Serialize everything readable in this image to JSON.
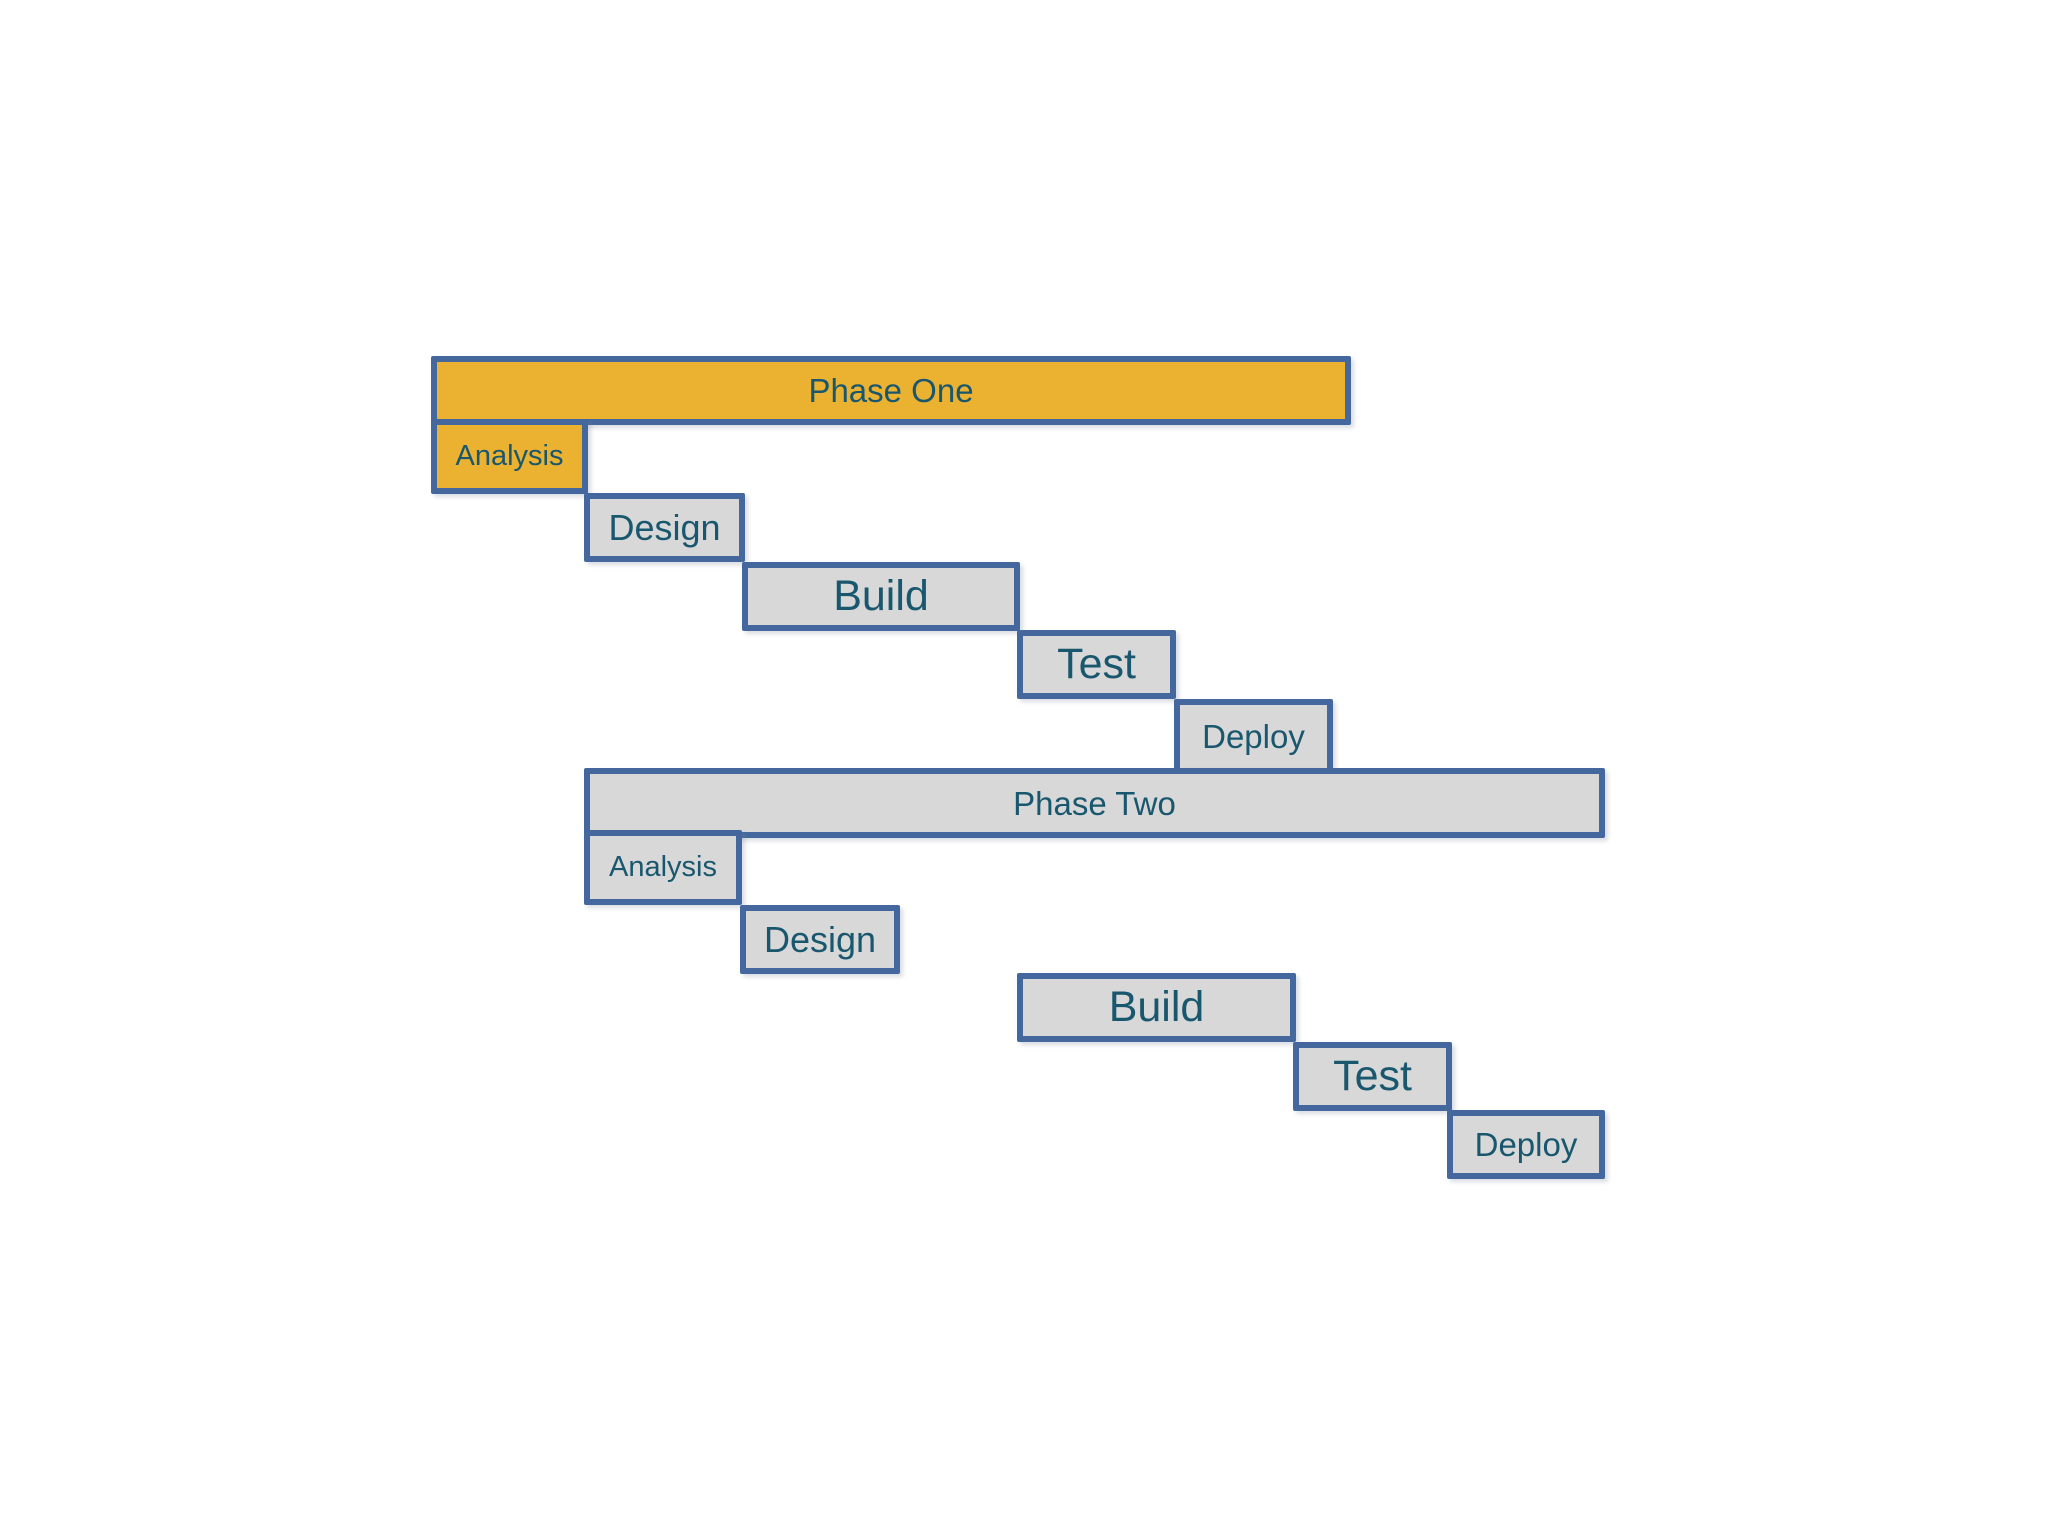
{
  "diagram": {
    "description": "Two-phase project timeline (Gantt staircase) diagram",
    "background_color": "#FFFFFF",
    "colors": {
      "highlight_fill": "#EBB231",
      "task_fill": "#D8D8D8",
      "border": "#44689E",
      "text": "#19576E"
    },
    "bars": [
      {
        "label": "Phase One",
        "kind": "phase",
        "phase": "Phase One",
        "highlighted": true
      },
      {
        "label": "Analysis",
        "kind": "task",
        "phase": "Phase One",
        "highlighted": true
      },
      {
        "label": "Design",
        "kind": "task",
        "phase": "Phase One",
        "highlighted": false
      },
      {
        "label": "Build",
        "kind": "task",
        "phase": "Phase One",
        "highlighted": false
      },
      {
        "label": "Test",
        "kind": "task",
        "phase": "Phase One",
        "highlighted": false
      },
      {
        "label": "Deploy",
        "kind": "task",
        "phase": "Phase One",
        "highlighted": false
      },
      {
        "label": "Phase Two",
        "kind": "phase",
        "phase": "Phase Two",
        "highlighted": false
      },
      {
        "label": "Analysis",
        "kind": "task",
        "phase": "Phase Two",
        "highlighted": false
      },
      {
        "label": "Design",
        "kind": "task",
        "phase": "Phase Two",
        "highlighted": false
      },
      {
        "label": "Build",
        "kind": "task",
        "phase": "Phase Two",
        "highlighted": false
      },
      {
        "label": "Test",
        "kind": "task",
        "phase": "Phase Two",
        "highlighted": false
      },
      {
        "label": "Deploy",
        "kind": "task",
        "phase": "Phase Two",
        "highlighted": false
      }
    ]
  }
}
